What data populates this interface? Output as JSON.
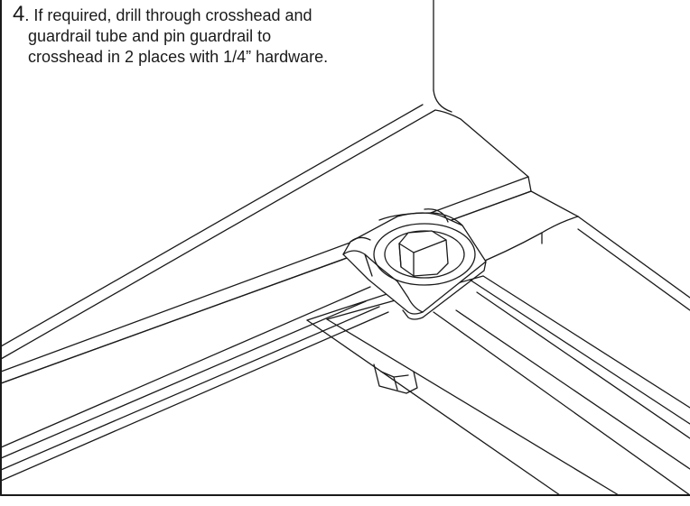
{
  "step": {
    "number": "4",
    "separator": ". ",
    "lines": [
      "If required, drill through crosshead and",
      "guardrail tube and pin guardrail to",
      "crosshead in 2 places with 1/4” hardware."
    ]
  },
  "colors": {
    "line": "#1a1a1a",
    "fill": "#ffffff",
    "shade": "#f2f2f2"
  }
}
